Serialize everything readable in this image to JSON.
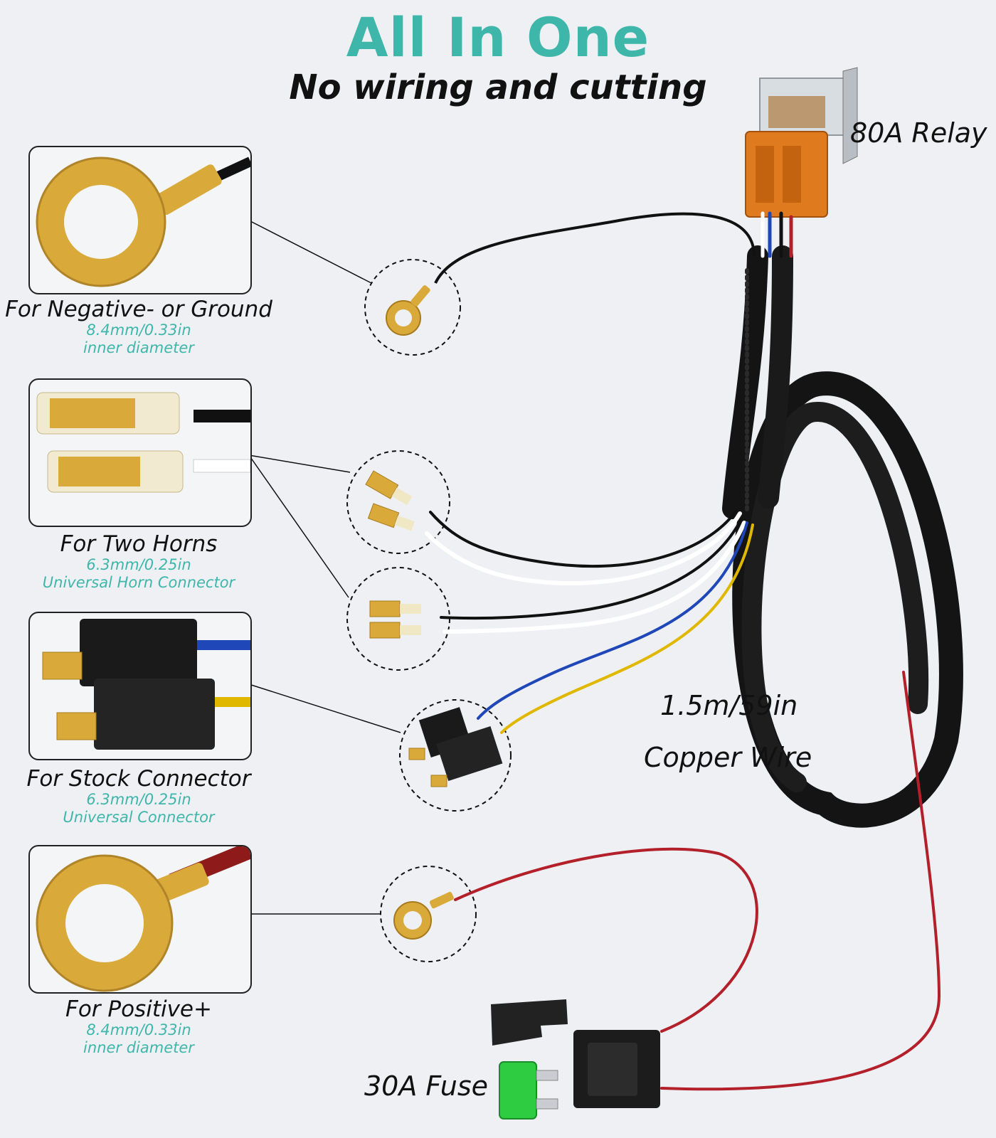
{
  "header": {
    "title": "All In One",
    "subtitle": "No wiring and cutting"
  },
  "callouts": [
    {
      "title": "For Negative- or Ground",
      "detail": "8.4mm/0.33in",
      "detail2": "inner diameter"
    },
    {
      "title": "For Two Horns",
      "detail": "6.3mm/0.25in",
      "detail2": "Universal Horn Connector"
    },
    {
      "title": "For Stock Connector",
      "detail": "6.3mm/0.25in",
      "detail2": "Universal Connector"
    },
    {
      "title": "For Positive+",
      "detail": "8.4mm/0.33in",
      "detail2": "inner diameter"
    }
  ],
  "labels": {
    "relay": "80A Relay",
    "length": "1.5m/59in",
    "material": "Copper Wire",
    "fuse": "30A Fuse"
  },
  "colors": {
    "accent": "#3fb6aa",
    "background": "#eef0f4",
    "relay_orange": "#e07a1f",
    "wire_red": "#b3202a",
    "wire_black": "#111111",
    "wire_blue": "#1f47b8",
    "wire_yellow": "#e0b800",
    "wire_white": "#ffffff",
    "fuse_green": "#2ecc40",
    "brass": "#d9a93a"
  }
}
